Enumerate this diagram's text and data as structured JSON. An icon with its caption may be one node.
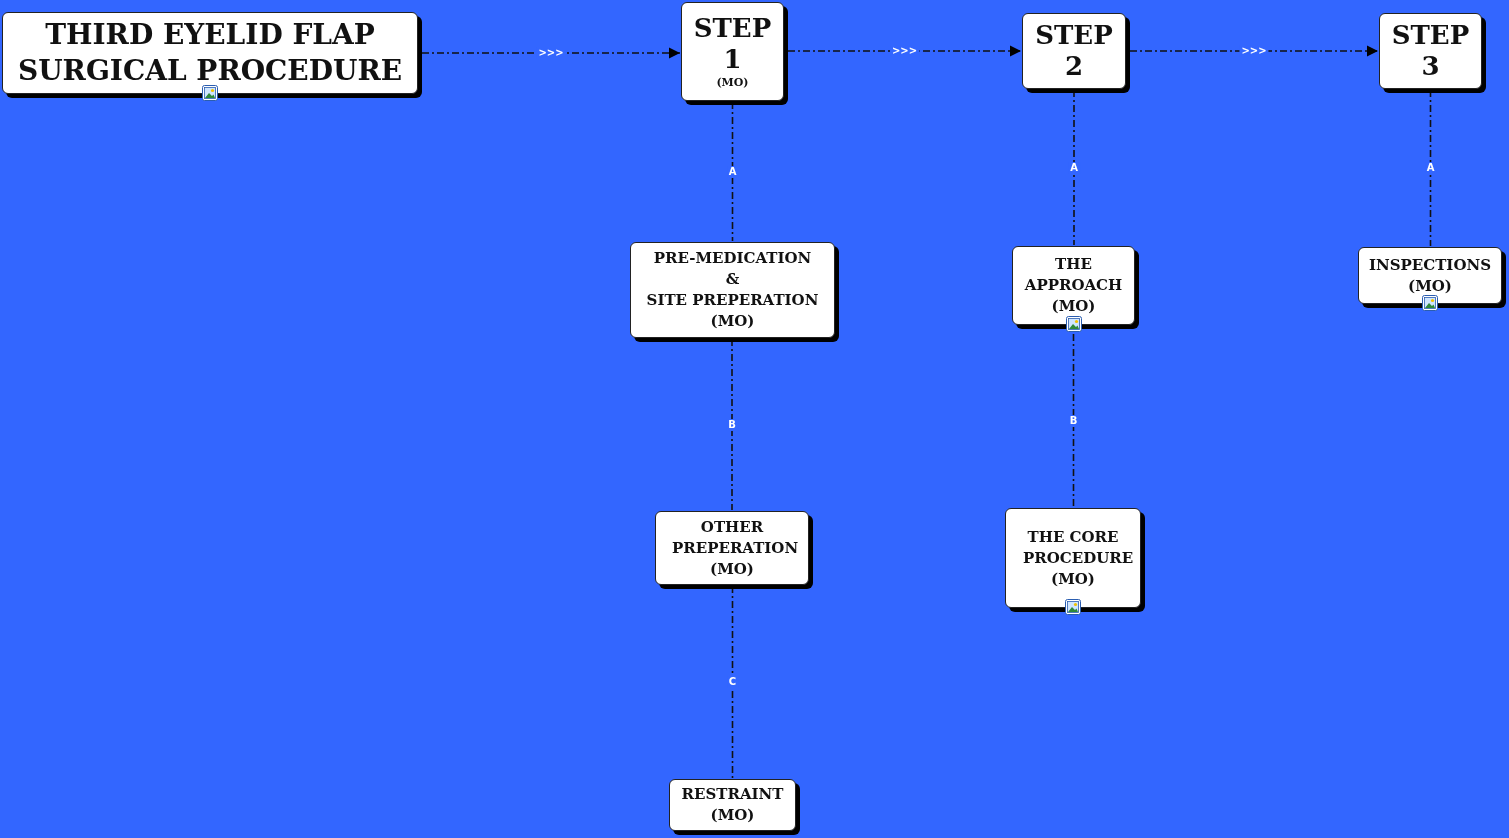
{
  "diagram": {
    "nodes": [
      {
        "text": [
          "THIRD EYELID FLAP SURGICAL PROCEDURE"
        ]
      },
      {
        "text": [
          "STEP 1",
          "(MO)"
        ]
      },
      {
        "text": [
          "STEP 2"
        ]
      },
      {
        "text": [
          "STEP 3"
        ]
      },
      {
        "text": [
          "PRE-MEDICATION",
          "&",
          "SITE PREPERATION",
          "(MO)"
        ]
      },
      {
        "text": [
          "OTHER PREPERATION",
          "(MO)"
        ]
      },
      {
        "text": [
          "RESTRAINT",
          "(MO)"
        ]
      },
      {
        "text": [
          "THE APPROACH",
          "(MO)"
        ]
      },
      {
        "text": [
          "THE CORE PROCEDURE",
          "(MO)"
        ]
      },
      {
        "text": [
          "INSPECTIONS",
          "(MO)"
        ]
      }
    ],
    "edges": [
      {
        "from": 0,
        "to": 1,
        "arrow": "to",
        "label": ">>>"
      },
      {
        "from": 1,
        "to": 2,
        "arrow": "to",
        "label": ">>>"
      },
      {
        "from": 2,
        "to": 3,
        "arrow": "to",
        "label": ">>>"
      },
      {
        "from": 1,
        "to": 4,
        "arrow": "none",
        "label": "A"
      },
      {
        "from": 4,
        "to": 5,
        "arrow": "none",
        "label": "B"
      },
      {
        "from": 5,
        "to": 6,
        "arrow": "none",
        "label": "C"
      },
      {
        "from": 2,
        "to": 7,
        "arrow": "none",
        "label": "A"
      },
      {
        "from": 7,
        "to": 8,
        "arrow": "none",
        "label": "B"
      },
      {
        "from": 3,
        "to": 9,
        "arrow": "none",
        "label": "A"
      }
    ]
  }
}
